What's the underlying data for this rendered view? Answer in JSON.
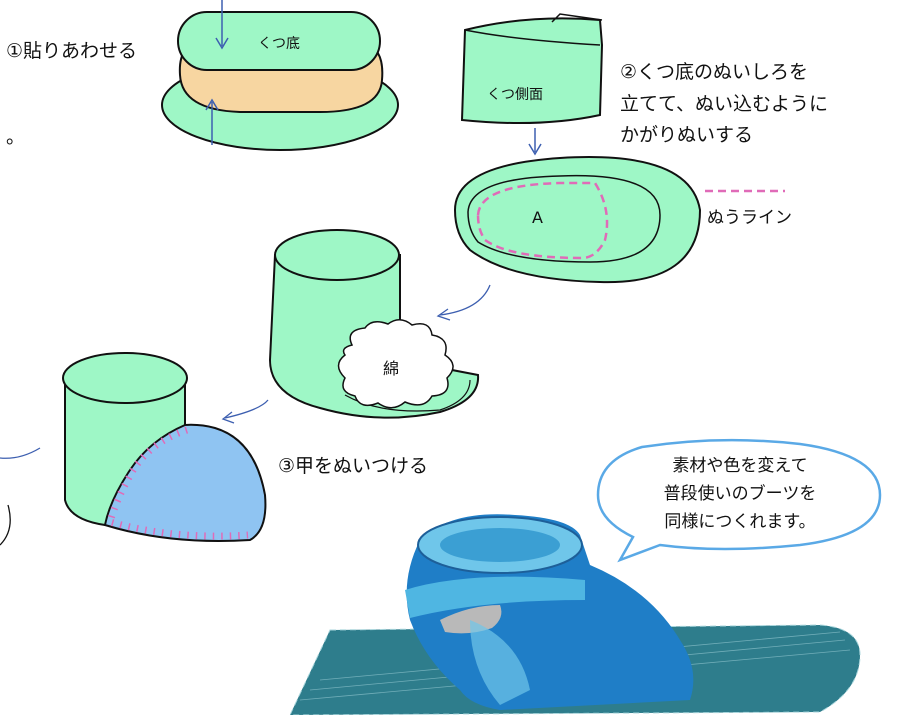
{
  "steps": {
    "step1": "①貼りあわせる",
    "step2": [
      "②くつ底のぬいしろを",
      "立てて、ぬい込むように",
      "かがりぬいする"
    ],
    "step3": "③甲をぬいつける"
  },
  "labels": {
    "sole": "くつ底",
    "side": "くつ側面",
    "point_a": "A",
    "cotton": "綿",
    "period": "。",
    "legend_sew_line": "ぬうライン"
  },
  "bubble": [
    "素材や色を変えて",
    "普段使いのブーツを",
    "同様につくれます。"
  ],
  "colors": {
    "mint": "#9ef7c6",
    "sole_pad": "#f7d6a1",
    "instep_blue": "#8fc4f2",
    "stitch_pink": "#e06bb8",
    "arrow_blue": "#3d5fb0",
    "felt_light": "#4fb6e2",
    "felt_dark": "#1f7ec7",
    "mat": "#2e7d8c"
  }
}
